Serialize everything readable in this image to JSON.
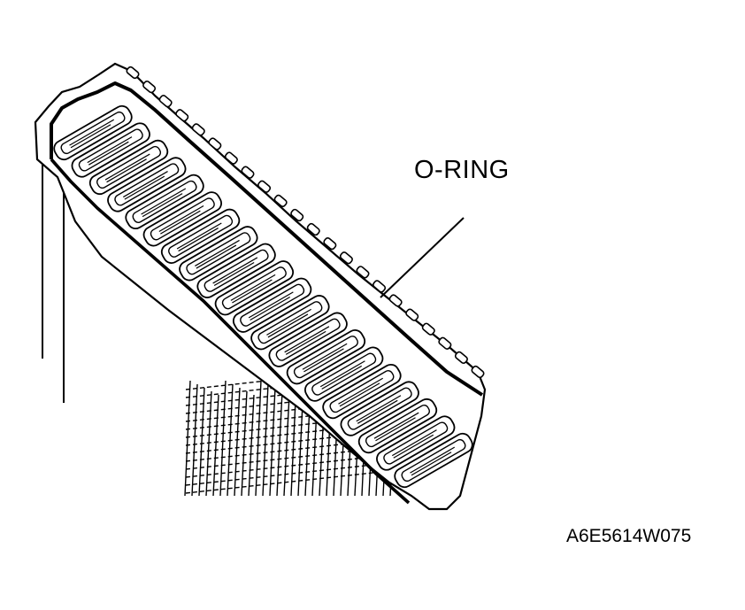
{
  "labels": {
    "callout": "O-RING",
    "figure_code": "A6E5614W075"
  },
  "colors": {
    "ink": "#000000",
    "paper": "#ffffff"
  },
  "drawing": {
    "tube_count": 20
  }
}
